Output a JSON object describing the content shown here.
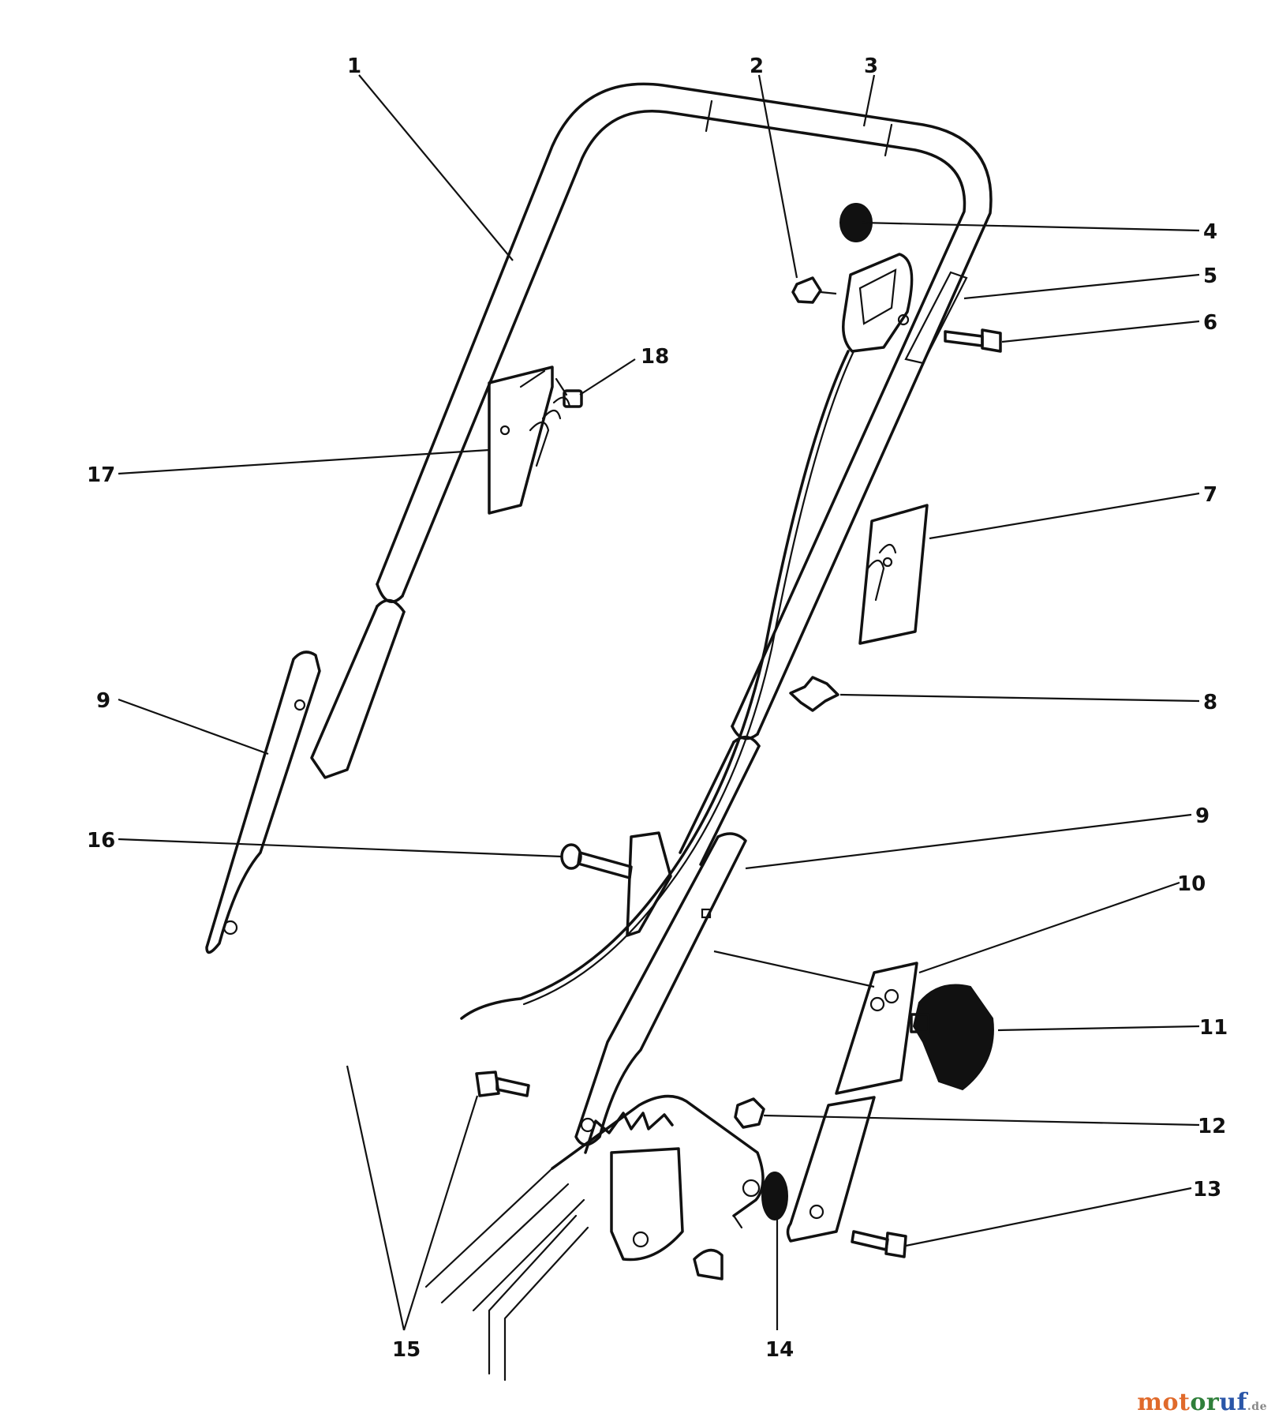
{
  "callouts": [
    {
      "id": "1",
      "text": "1"
    },
    {
      "id": "2",
      "text": "2"
    },
    {
      "id": "3",
      "text": "3"
    },
    {
      "id": "4",
      "text": "4"
    },
    {
      "id": "5",
      "text": "5"
    },
    {
      "id": "6",
      "text": "6"
    },
    {
      "id": "7",
      "text": "7"
    },
    {
      "id": "8",
      "text": "8"
    },
    {
      "id": "9a",
      "text": "9"
    },
    {
      "id": "9b",
      "text": "9"
    },
    {
      "id": "10",
      "text": "10"
    },
    {
      "id": "11",
      "text": "11"
    },
    {
      "id": "12",
      "text": "12"
    },
    {
      "id": "13",
      "text": "13"
    },
    {
      "id": "14",
      "text": "14"
    },
    {
      "id": "15",
      "text": "15"
    },
    {
      "id": "16",
      "text": "16"
    },
    {
      "id": "17",
      "text": "17"
    },
    {
      "id": "18",
      "text": "18"
    }
  ],
  "watermark": {
    "part_a": "mot",
    "part_b": "or",
    "part_c": "uf",
    "part_d": ".de"
  }
}
